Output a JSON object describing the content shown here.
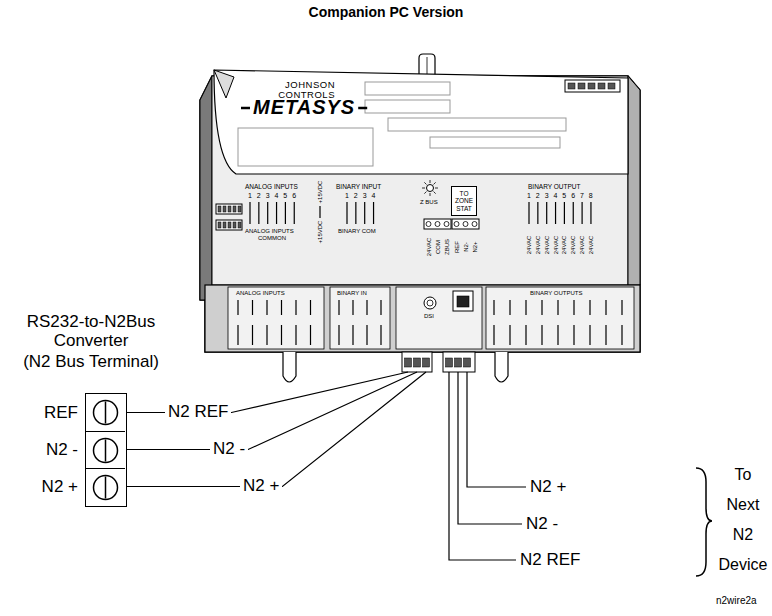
{
  "diagram": {
    "title": "Companion PC Version",
    "nodes": [
      {
        "text": [
          "JOHNSON CONTROLS",
          "METASYS"
        ]
      },
      {
        "text": [
          "TO ZONE STAT"
        ],
        "in": 0
      },
      {
        "text": [
          "RS232-to-N2Bus Converter",
          "(N2 Bus Terminal)"
        ]
      },
      {
        "text": [
          "REF"
        ],
        "in": 2
      },
      {
        "text": [
          "N2 -"
        ],
        "in": 2
      },
      {
        "text": [
          "N2 +"
        ],
        "in": 2
      }
    ],
    "edges": [
      {
        "from": 3,
        "to": 0,
        "label": "N2 REF",
        "arrow": "none"
      },
      {
        "from": 4,
        "to": 0,
        "label": "N2 -",
        "arrow": "none"
      },
      {
        "from": 5,
        "to": 0,
        "label": "N2 +",
        "arrow": "none"
      }
    ],
    "labels": [
      "ANALOG INPUTS",
      "1 2 3 4 5 6",
      "ANALOG INPUTS",
      "COMMON",
      "+15VDC",
      "+15VDC",
      "BINARY INPUT",
      "1 2 3 4",
      "BINARY COM",
      "Z BUS",
      "24VAC",
      "COM",
      "ZBUS",
      "REF",
      "N2-",
      "N2+",
      "BINARY OUTPUT",
      "1 2 3 4 5 6 7 8",
      "24VAC",
      "24VAC",
      "24VAC",
      "24VAC",
      "24VAC",
      "24VAC",
      "24VAC",
      "24VAC",
      "ANALOG INPUTS",
      "BINARY IN",
      "DSI",
      "BINARY OUTPUTS",
      "N2 +",
      "N2 -",
      "N2 REF",
      "To Next N2 Device",
      "n2wire2a"
    ]
  }
}
